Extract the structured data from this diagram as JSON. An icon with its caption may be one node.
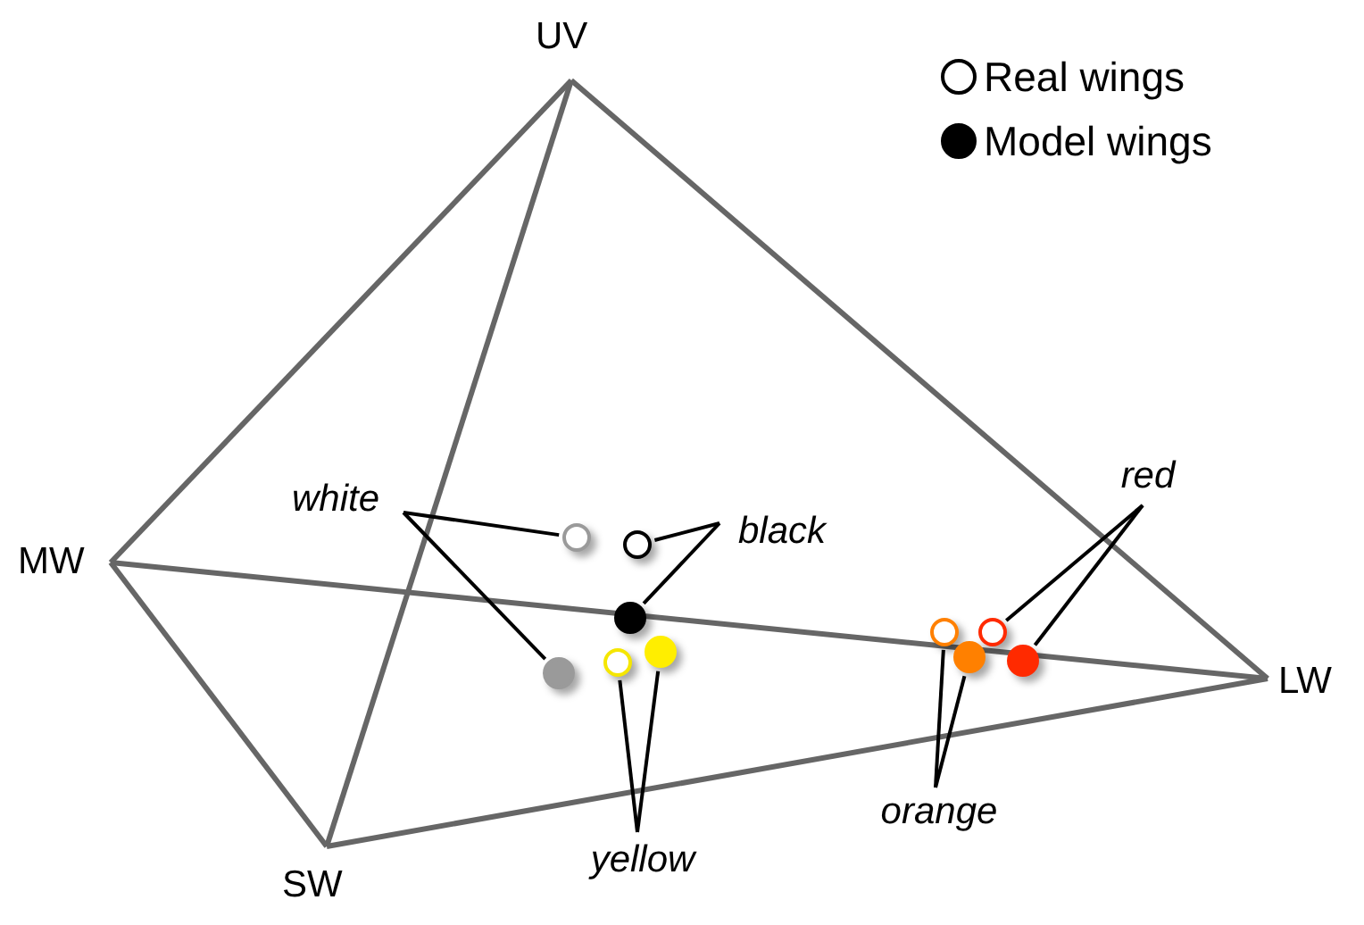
{
  "diagram": {
    "nodes": [
      {
        "text": [
          "white"
        ]
      },
      {
        "text": [
          "black"
        ]
      },
      {
        "text": [
          "red"
        ]
      },
      {
        "text": [
          "yellow"
        ]
      },
      {
        "text": [
          "orange"
        ]
      },
      {
        "text": [],
        "shape": "circle"
      },
      {
        "text": [],
        "shape": "circle"
      },
      {
        "text": [],
        "shape": "circle"
      },
      {
        "text": [],
        "shape": "circle"
      },
      {
        "text": [],
        "shape": "circle"
      },
      {
        "text": [],
        "shape": "circle"
      },
      {
        "text": [],
        "shape": "circle"
      },
      {
        "text": [],
        "shape": "circle"
      },
      {
        "text": [],
        "shape": "circle"
      },
      {
        "text": [],
        "shape": "circle"
      }
    ],
    "edges": [
      {
        "from": 0,
        "to": 5,
        "arrow": "none"
      },
      {
        "from": 0,
        "to": 8,
        "arrow": "none"
      },
      {
        "from": 1,
        "to": 6,
        "arrow": "none"
      },
      {
        "from": 1,
        "to": 7,
        "arrow": "none"
      },
      {
        "from": 2,
        "to": 12,
        "arrow": "none"
      },
      {
        "from": 2,
        "to": 14,
        "arrow": "none"
      },
      {
        "from": 3,
        "to": 9,
        "arrow": "none"
      },
      {
        "from": 3,
        "to": 10,
        "arrow": "none"
      },
      {
        "from": 4,
        "to": 11,
        "arrow": "none"
      },
      {
        "from": 4,
        "to": 13,
        "arrow": "none"
      }
    ],
    "labels": [
      "UV",
      "MW",
      "LW",
      "SW"
    ],
    "legend": [
      {
        "text": "Real wings"
      },
      {
        "text": "Model wings",
        "color": "#000000"
      }
    ]
  }
}
